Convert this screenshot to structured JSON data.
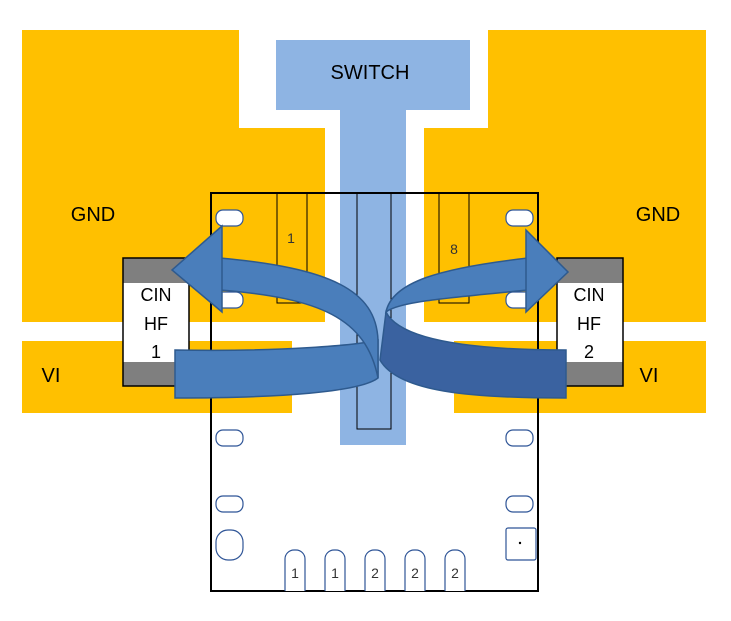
{
  "colors": {
    "copper": "#FFC000",
    "switch_trace": "#8EB4E3",
    "arrow_fill": "#4A7EBB",
    "arrow_edge": "#2E5A8E",
    "arrow_dark": "#3A62A0",
    "cap_terminal": "#7F7F7F",
    "outline": "#000000",
    "pad_outline": "#2F5597"
  },
  "labels": {
    "switch": "SWITCH",
    "gnd_left": "GND",
    "gnd_right": "GND",
    "vi_left": "VI",
    "vi_right": "VI"
  },
  "cap_left": {
    "line1": "CIN",
    "line2": "HF",
    "line3": "1"
  },
  "cap_right": {
    "line1": "CIN",
    "line2": "HF",
    "line3": "2"
  },
  "pins": {
    "pin_left": "1",
    "pin_right": "8",
    "bottom": [
      "1",
      "1",
      "2",
      "2",
      "2"
    ]
  }
}
